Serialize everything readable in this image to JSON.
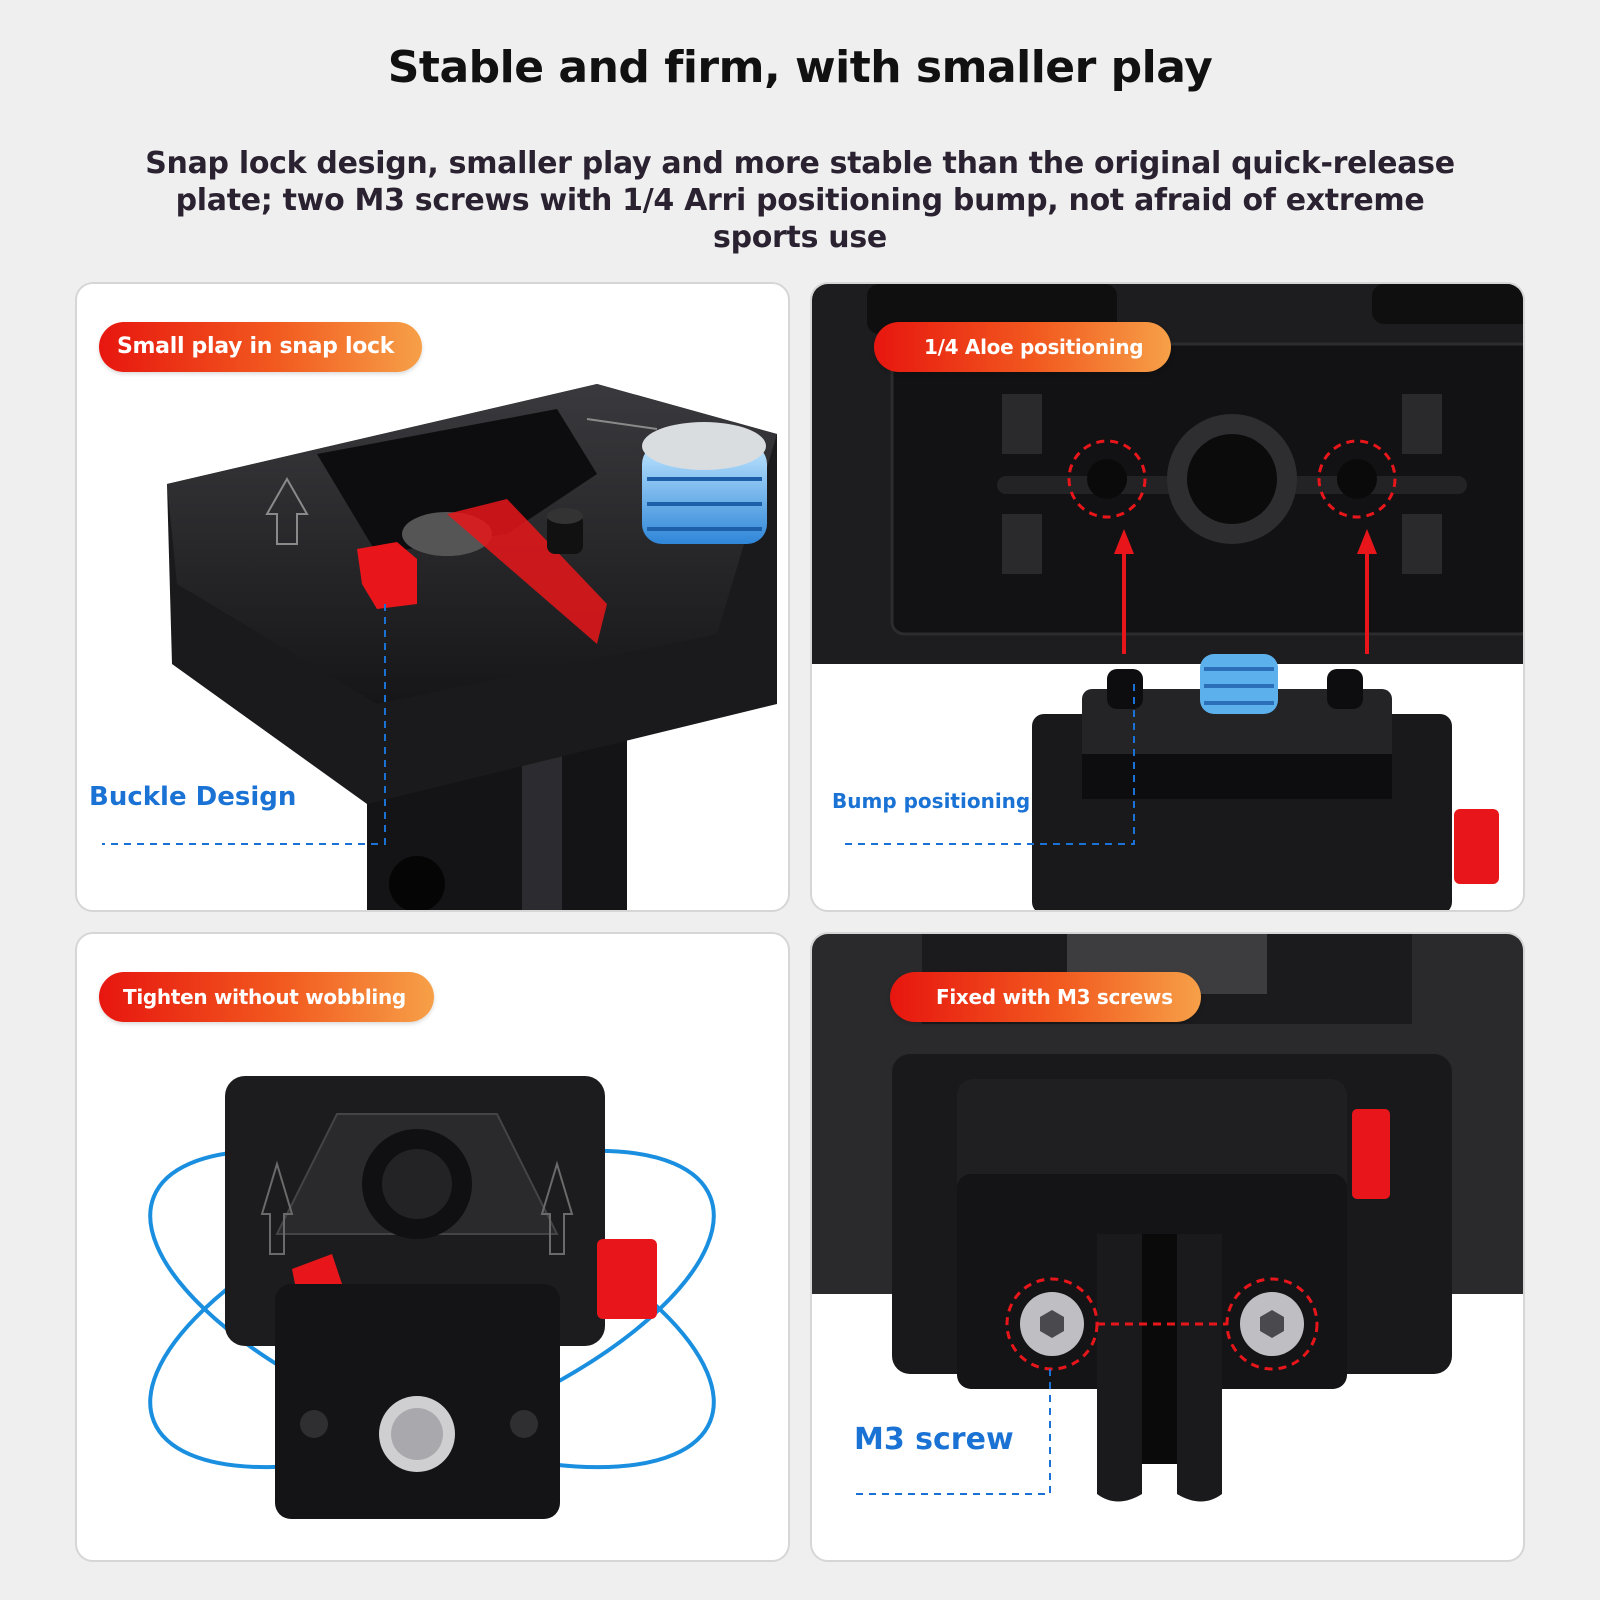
{
  "header": {
    "title": "Stable and firm, with smaller play",
    "subtitle": "Snap lock design, smaller play and more stable than the original quick-release plate; two M3 screws with 1/4 Arri positioning bump, not afraid of extreme sports use"
  },
  "panels": [
    {
      "badge": "Small play in snap lock",
      "callout": "Buckle Design"
    },
    {
      "badge": "1/4 Aloe positioning",
      "callout": "Bump positioning"
    },
    {
      "badge": "Tighten without wobbling"
    },
    {
      "badge": "Fixed with M3 screws",
      "callout": "M3 screw"
    }
  ],
  "colors": {
    "badge_gradient": [
      "#e7160f",
      "#f6a048"
    ],
    "callout_blue": "#1a73d4",
    "accent_red": "#e8161a",
    "metal_black": "#1b1b1d"
  }
}
